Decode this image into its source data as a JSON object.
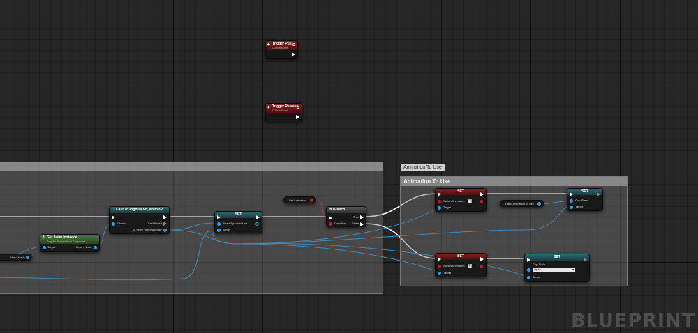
{
  "graph": {
    "watermark": "BLUEPRINT"
  },
  "events": {
    "trigger_pull": {
      "title": "Trigger Pull",
      "subtitle": "Custom Event"
    },
    "trigger_release": {
      "title": "Trigger Release",
      "subtitle": "Custom Event"
    }
  },
  "comment_tooltip": "Animation To Use",
  "comments": {
    "animation_group": "Animation To Use"
  },
  "nodes": {
    "cast": {
      "title": "Cast To RightHand_AnimBP",
      "object": "Object",
      "cast_failed": "Cast Failed",
      "as_output": "As Right Hand Anim BP"
    },
    "get_anim": {
      "title": "Get Anim Instance",
      "subtitle": "Target is Skeletal Mesh Component",
      "target": "Target",
      "return_value": "Return Value"
    },
    "hand_mesh": {
      "label": "Hand Mesh"
    },
    "set_blend": {
      "title": "SET",
      "blend_space": "Blend Space to Use",
      "target": "Target"
    },
    "set_animation_var": {
      "label": "Set Animation"
    },
    "branch": {
      "title": "Branch",
      "condition": "Condition",
      "true": "True",
      "false": "False"
    },
    "set_switch_top": {
      "title": "SET",
      "switch_animation": "Switch Animation",
      "target": "Target"
    },
    "hand_anim_var": {
      "label": "Hand Animation to Use"
    },
    "set_grip_top": {
      "title": "SET",
      "grip_state": "Grip State",
      "target": "Target"
    },
    "set_switch_bottom": {
      "title": "SET",
      "switch_animation": "Switch Animation",
      "target": "Target"
    },
    "set_grip_bottom": {
      "title": "SET",
      "grip_state": "Grip State",
      "grip_value": "Open",
      "target": "Target"
    }
  },
  "colors": {
    "exec_wire": "#ffffff",
    "object_wire": "#2aa0e6",
    "event_header": "#8a2020",
    "bool_pin": "#c02020"
  }
}
